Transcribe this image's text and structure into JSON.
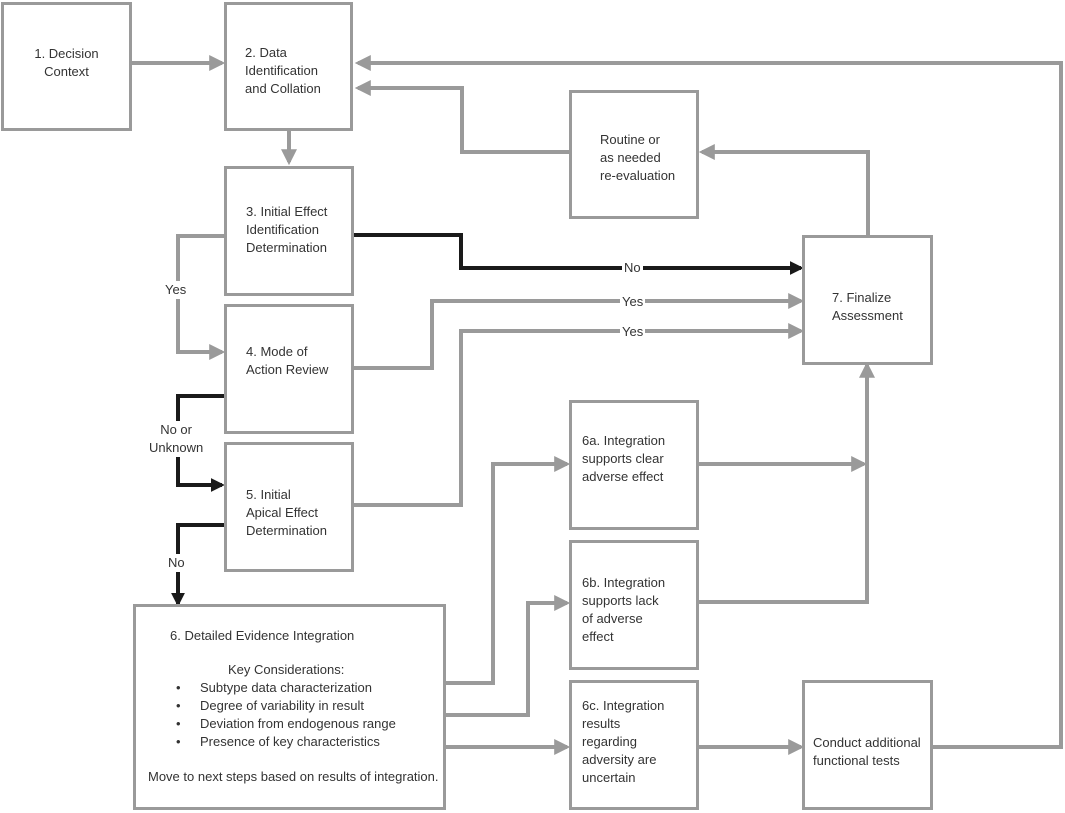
{
  "colors": {
    "gray_arrow": "#9a9a9a",
    "black_arrow": "#1a1a1a",
    "box_border": "#9a9a9a",
    "text": "#333333"
  },
  "boxes": {
    "decision_context": "1.  Decision\nContext",
    "data_identification": "2. Data\nIdentification\nand Collation",
    "routine_reevaluation": "Routine or\nas needed\nre-evaluation",
    "initial_effect": "3. Initial Effect\nIdentification\nDetermination",
    "finalize_assessment": "7. Finalize\nAssessment",
    "mode_of_action": "4. Mode of\nAction Review",
    "initial_apical": "5. Initial\nApical Effect\nDetermination",
    "integration_6a": "6a. Integration\nsupports clear\nadverse effect",
    "integration_6b": "6b. Integration\nsupports lack\nof adverse\neffect",
    "integration_6c": "6c. Integration\nresults\nregarding\nadversity are\nuncertain",
    "functional_tests": "Conduct additional\nfunctional tests",
    "detailed_evidence": {
      "title": "6.  Detailed Evidence Integration",
      "key_heading": "Key Considerations:",
      "considerations": [
        "Subtype data characterization",
        "Degree of variability in result",
        "Deviation from endogenous range",
        "Presence of key characteristics"
      ],
      "footer": "Move to next steps based on results of integration."
    }
  },
  "labels": {
    "yes_left": "Yes",
    "no_or_unknown": "No or\nUnknown",
    "no_left": "No",
    "no_right": "No",
    "yes_right_1": "Yes",
    "yes_right_2": "Yes"
  }
}
